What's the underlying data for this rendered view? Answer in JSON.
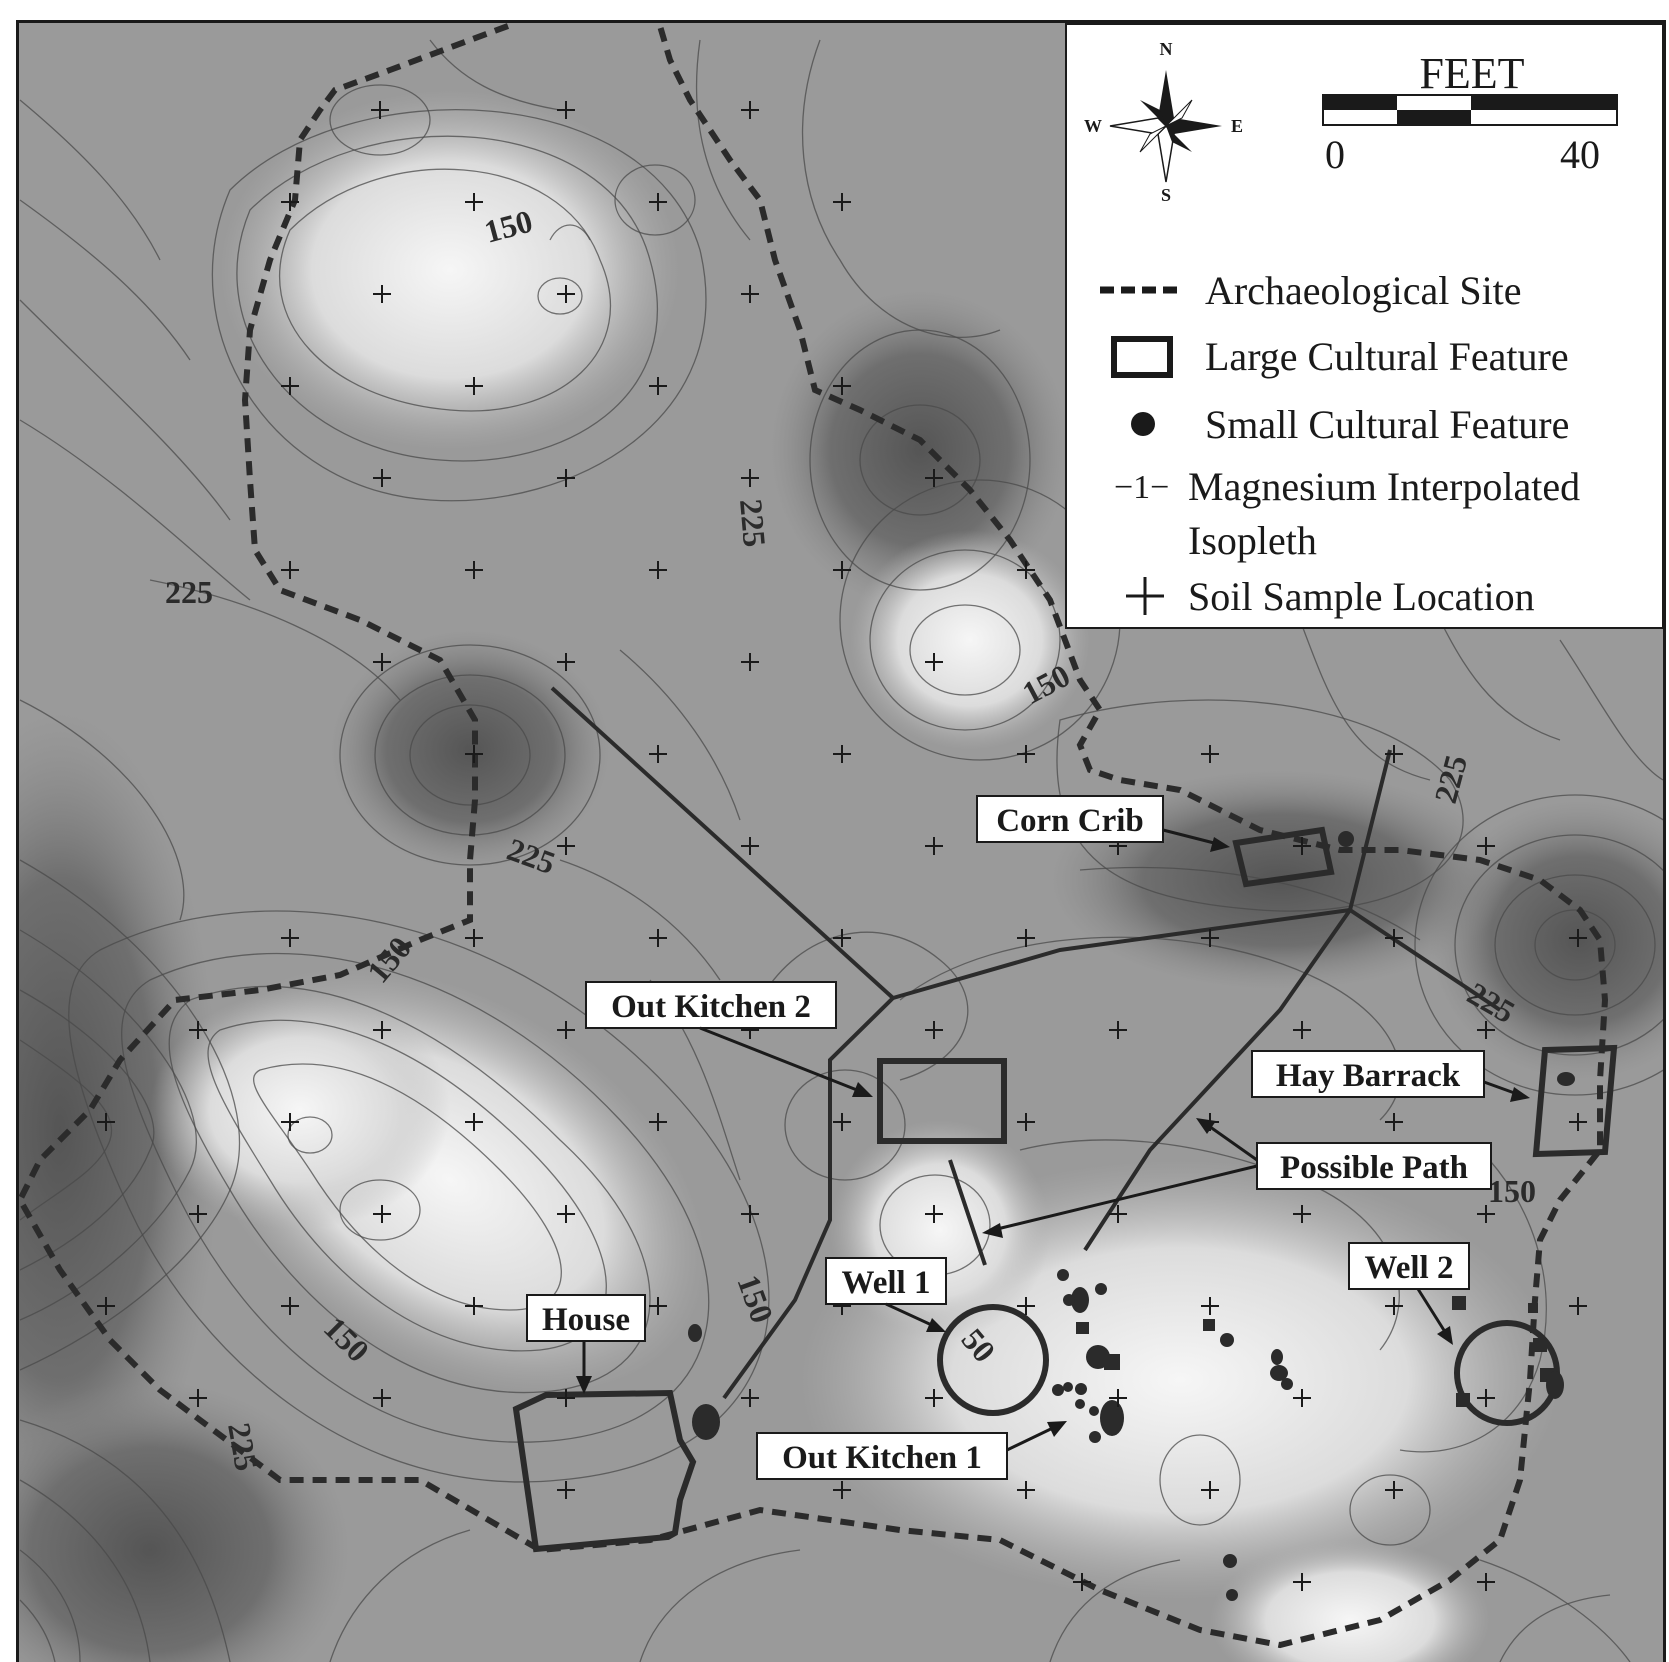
{
  "legend": {
    "north": "N",
    "south": "S",
    "east": "E",
    "west": "W",
    "scale_title": "FEET",
    "scale_min": "0",
    "scale_max": "40",
    "items": [
      {
        "label": "Archaeological Site"
      },
      {
        "label": "Large Cultural Feature"
      },
      {
        "label": "Small Cultural Feature"
      },
      {
        "symbol": "−1−",
        "label": "Magnesium Interpolated",
        "label2": "Isopleth"
      },
      {
        "label": "Soil Sample Location"
      }
    ]
  },
  "features": {
    "corn_crib": "Corn Crib",
    "out_kitchen_2": "Out Kitchen 2",
    "hay_barrack": "Hay Barrack",
    "possible_path": "Possible Path",
    "well_1": "Well 1",
    "well_2": "Well 2",
    "house": "House",
    "out_kitchen_1": "Out Kitchen 1"
  },
  "contour_labels": {
    "c150_a": "150",
    "c225_a": "225",
    "c225_b": "225",
    "c150_b": "150",
    "c225_c": "225",
    "c150_c": "150",
    "c225_d": "225",
    "c225_e": "225",
    "c150_d": "150",
    "c150_e": "150",
    "c150_f": "150",
    "c50": "50",
    "c225_f": "225"
  },
  "colors": {
    "frame": "#1a1a1a",
    "line": "#2b2b2b",
    "base_fill": "#9a9a9a",
    "light_fill": "#d6d6d6",
    "lightest_fill": "#f0f0f0",
    "dark_fill": "#6e6e6e"
  }
}
